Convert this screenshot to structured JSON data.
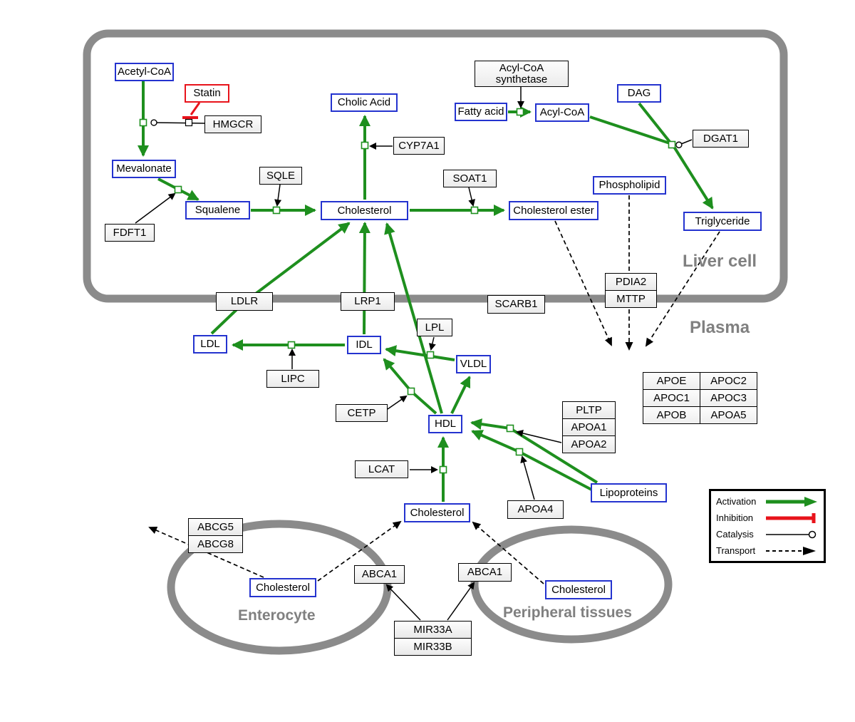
{
  "colors": {
    "blue": "#2433cf",
    "red": "#e8131b",
    "green": "#1e8f1e",
    "membrane": "#8b8b8b",
    "graytext": "#808080"
  },
  "compartments": {
    "liver": "Liver cell",
    "plasma": "Plasma",
    "enterocyte": "Enterocyte",
    "peripheral": "Peripheral tissues"
  },
  "legend": {
    "activation": "Activation",
    "inhibition": "Inhibition",
    "catalysis": "Catalysis",
    "transport": "Transport"
  },
  "nodes": {
    "acetyl_coa": "Acetyl-CoA",
    "statin": "Statin",
    "hmgcr": "HMGCR",
    "mevalonate": "Mevalonate",
    "fdft1": "FDFT1",
    "squalene": "Squalene",
    "sqle": "SQLE",
    "cholesterol_liver": "Cholesterol",
    "cholic_acid": "Cholic Acid",
    "cyp7a1": "CYP7A1",
    "soat1": "SOAT1",
    "cholesterol_ester": "Cholesterol ester",
    "acyl_coa_synthetase_l1": "Acyl-CoA",
    "acyl_coa_synthetase_l2": "synthetase",
    "fatty_acid": "Fatty acid",
    "acyl_coa": "Acyl-CoA",
    "dag": "DAG",
    "dgat1": "DGAT1",
    "phospholipid": "Phospholipid",
    "triglyceride": "Triglyceride",
    "ldlr": "LDLR",
    "lrp1": "LRP1",
    "scarb1": "SCARB1",
    "pdia2": "PDIA2",
    "mttp": "MTTP",
    "ldl": "LDL",
    "idl": "IDL",
    "lipc": "LIPC",
    "lpl": "LPL",
    "vldl": "VLDL",
    "cetp": "CETP",
    "hdl": "HDL",
    "lcat": "LCAT",
    "pltp": "PLTP",
    "apoa1": "APOA1",
    "apoa2": "APOA2",
    "apoa4": "APOA4",
    "lipoproteins": "Lipoproteins",
    "apoe": "APOE",
    "apoc2": "APOC2",
    "apoc1": "APOC1",
    "apoc3": "APOC3",
    "apob": "APOB",
    "apoa5": "APOA5",
    "cholesterol_plasma": "Cholesterol",
    "abcg5": "ABCG5",
    "abcg8": "ABCG8",
    "cholesterol_enterocyte": "Cholesterol",
    "abca1_enterocyte": "ABCA1",
    "abca1_peripheral": "ABCA1",
    "cholesterol_peripheral": "Cholesterol",
    "mir33a": "MIR33A",
    "mir33b": "MIR33B"
  }
}
